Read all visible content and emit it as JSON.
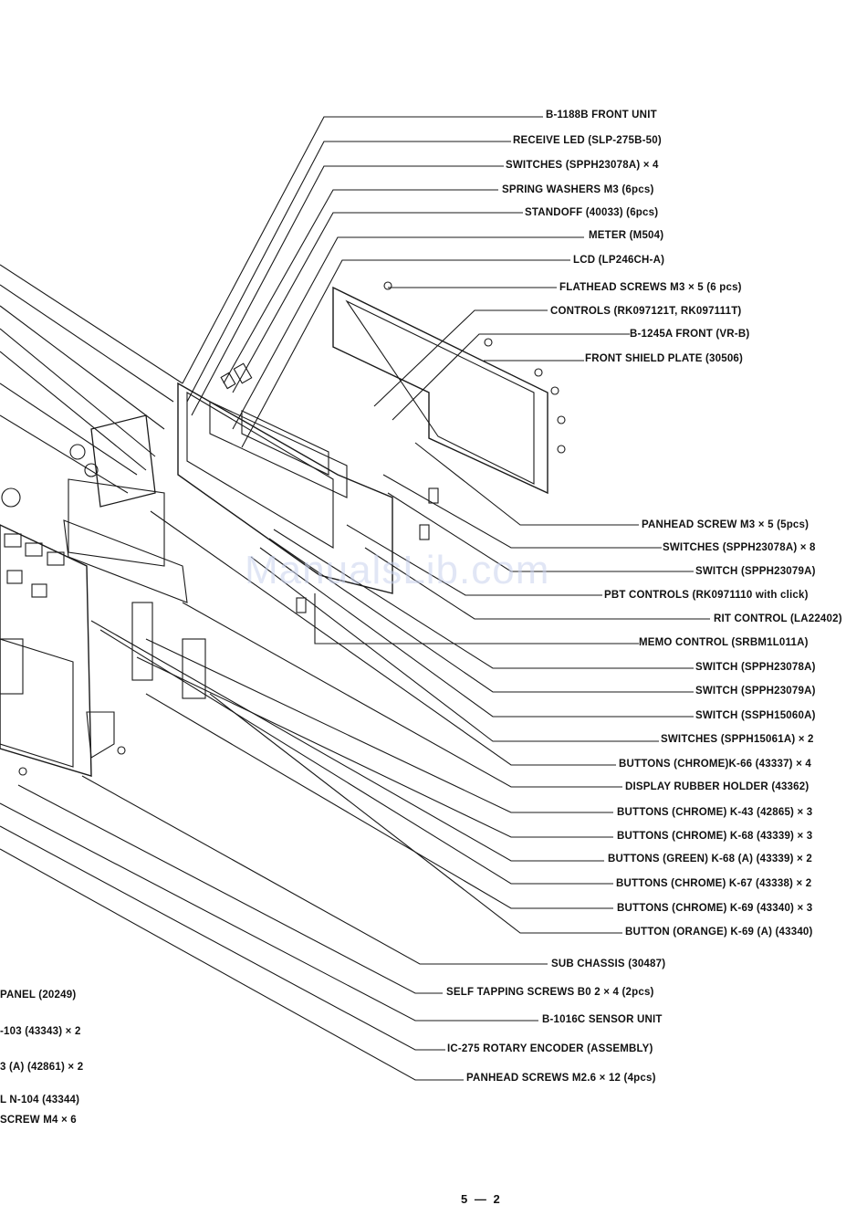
{
  "watermark": "ManualsLib.com",
  "page_number": "5 — 2",
  "right_callouts": [
    "B-1188B FRONT UNIT",
    "RECEIVE LED (SLP-275B-50)",
    "SWITCHES (SPPH23078A) × 4",
    "SPRING WASHERS M3 (6pcs)",
    "STANDOFF (40033) (6pcs)",
    "METER (M504)",
    "LCD (LP246CH-A)",
    "FLATHEAD SCREWS M3 × 5 (6 pcs)",
    "CONTROLS (RK097121T, RK097111T)",
    "B-1245A FRONT (VR-B)",
    "FRONT SHIELD PLATE (30506)",
    "PANHEAD SCREW M3 × 5 (5pcs)",
    "SWITCHES (SPPH23078A) × 8",
    "SWITCH (SPPH23079A)",
    "PBT CONTROLS (RK0971110 with click)",
    "RIT CONTROL (LA22402)",
    "MEMO CONTROL (SRBM1L011A)",
    "SWITCH (SPPH23078A)",
    "SWITCH (SPPH23079A)",
    "SWITCH (SSPH15060A)",
    "SWITCHES (SPPH15061A) × 2",
    "BUTTONS (CHROME)K-66 (43337) × 4",
    "DISPLAY RUBBER HOLDER (43362)",
    "BUTTONS (CHROME) K-43 (42865) × 3",
    "BUTTONS (CHROME) K-68 (43339) × 3",
    "BUTTONS (GREEN) K-68 (A) (43339) × 2",
    "BUTTONS (CHROME) K-67 (43338) × 2",
    "BUTTONS (CHROME) K-69 (43340) × 3",
    "BUTTON (ORANGE) K-69 (A) (43340)",
    "SUB CHASSIS (30487)",
    "SELF TAPPING SCREWS B0 2 × 4 (2pcs)",
    "B-1016C SENSOR UNIT",
    "IC-275 ROTARY ENCODER (ASSEMBLY)",
    "PANHEAD SCREWS M2.6 × 12 (4pcs)"
  ],
  "left_callouts": [
    "PANEL (20249)",
    "-103 (43343) × 2",
    "3 (A) (42861) × 2",
    "L N-104 (43344)",
    "SCREW M4 × 6"
  ]
}
